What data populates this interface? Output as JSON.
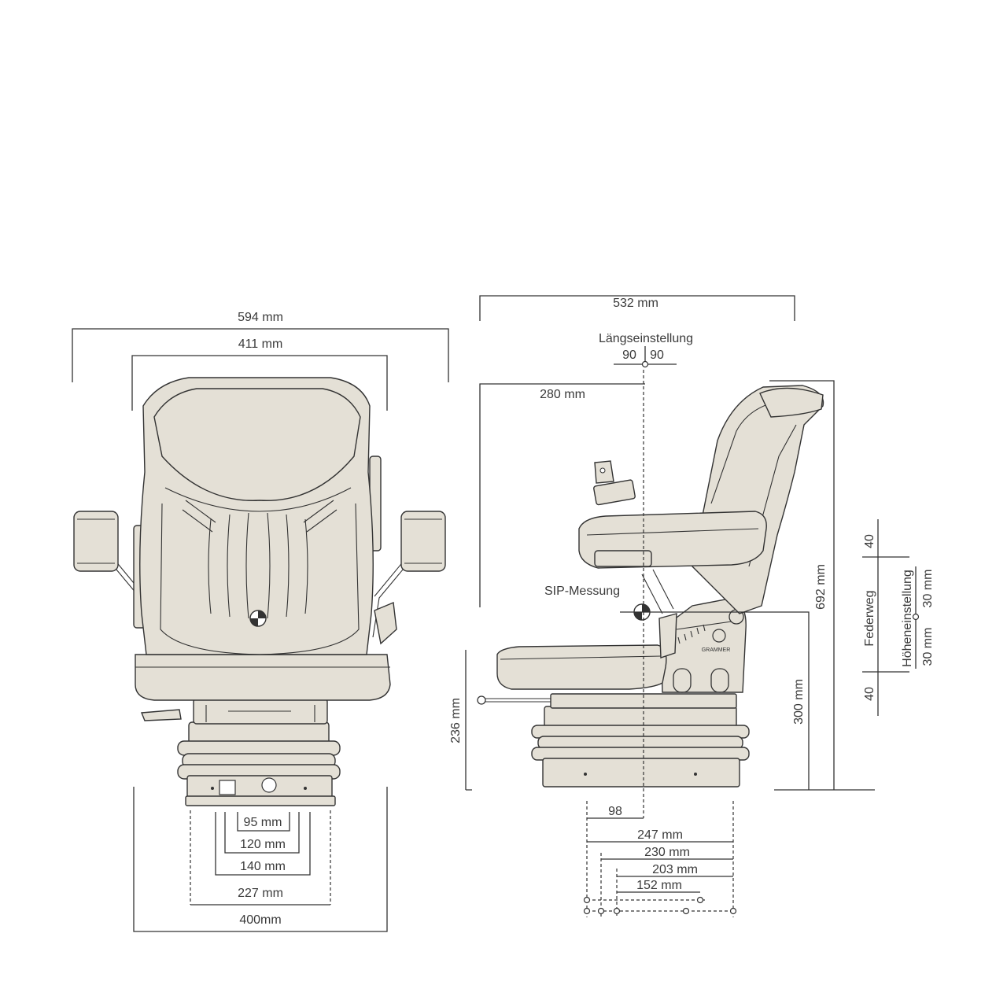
{
  "colors": {
    "seat": "#e4e0d6",
    "line": "#333333",
    "text": "#3a3a3a"
  },
  "front_view": {
    "overall_width": "594 mm",
    "backrest_width": "411 mm",
    "dim_95": "95 mm",
    "dim_120": "120 mm",
    "dim_140": "140 mm",
    "dim_227": "227 mm",
    "dim_400": "400mm"
  },
  "side_view": {
    "overall_depth": "532 mm",
    "longitudinal_label": "Längseinstellung",
    "longitudinal_rear": "90",
    "longitudinal_front": "90",
    "depth_280": "280 mm",
    "sip_label": "SIP-Messung",
    "height_692": "692 mm",
    "height_236": "236 mm",
    "height_300": "300 mm",
    "offset_98": "98",
    "rail_247": "247 mm",
    "rail_230": "230 mm",
    "rail_203": "203 mm",
    "rail_152": "152 mm",
    "brand_mark": "GRAMMER"
  },
  "suspension": {
    "travel_top": "40",
    "travel_bottom": "40",
    "travel_label": "Federweg",
    "height_adjust_label": "Höheneinstellung",
    "height_adjust_up": "30 mm",
    "height_adjust_down": "30 mm"
  }
}
